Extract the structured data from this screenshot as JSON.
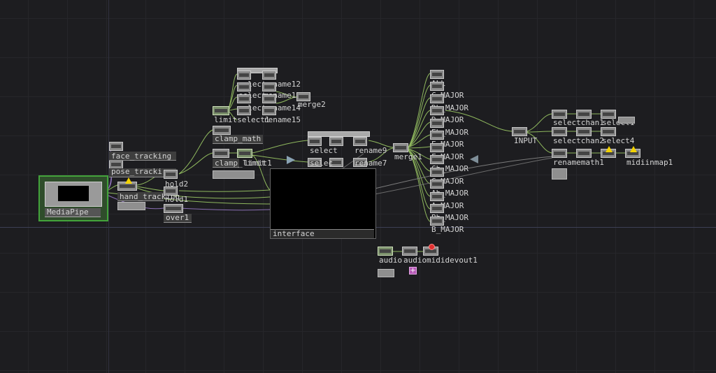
{
  "nodes": {
    "mediapipe": "MediaPipe",
    "face_tracking": "face_tracking",
    "pose_tracking": "pose_tracki",
    "hand_tracking": "hand_tracking",
    "hold2": "hold2",
    "hold1": "hold1",
    "over1": "over1",
    "clamp_math": "clamp_math",
    "clamp_limit": "clamp_limit",
    "limit": "limit1",
    "limit_select": "limitselect1",
    "select_left_top": "select",
    "select_left_2": "select",
    "select_left_3": "select",
    "rename12": "rename12",
    "rename13": "rename13",
    "rename14": "rename14",
    "rename15": "rename15",
    "merge2": "merge2",
    "select_mid_1": "select",
    "select_mid_2": "selec",
    "rename9": "rename9",
    "rename7": "rename7",
    "merge1": "merge1",
    "interface": "interface",
    "scale_all": "ALL",
    "scale_c": "C_MAJOR",
    "scale_db": "Db_MAJOR",
    "scale_d": "D_MAJOR",
    "scale_eb": "Eb_MAJOR",
    "scale_e": "E_MAJOR",
    "scale_f": "F_MAJOR",
    "scale_gb": "Gb_MAJOR",
    "scale_g": "G_MAJOR",
    "scale_ab": "Ab_MAJOR",
    "scale_a": "A_MAJOR",
    "scale_bb": "Bb_MAJOR",
    "scale_b": "B_MAJOR",
    "input": "INPUT",
    "select_chan1": "selectchan1",
    "select_chan2": "selectchan2",
    "select1": "select1",
    "select4": "select4",
    "rename_math": "renamemath1",
    "midiinmap": "midiinmap1",
    "audio1": "audio",
    "audio2": "audio",
    "mididevout": "mididevout1"
  },
  "colors": {
    "background": "#1d1d20",
    "grid": "#26262a",
    "wire_green": "#8fb85e",
    "wire_purple": "#8a6fb4",
    "wire_gray": "#8a8a8a",
    "selection": "#43a33b",
    "warning": "#f2d200",
    "error": "#e03030"
  },
  "icons": [
    "warning-icon",
    "error-icon",
    "plus-icon"
  ]
}
